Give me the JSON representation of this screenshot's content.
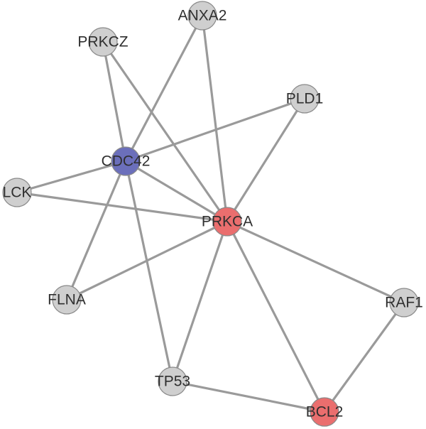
{
  "network": {
    "colors": {
      "default_node": "#cfcfcf",
      "highlight_red": "#ea6e6e",
      "highlight_blue": "#6b6fbb",
      "edge": "#9a9a9a",
      "label": "#2f2f2f"
    },
    "nodes": [
      {
        "id": "ANXA2",
        "label": "ANXA2",
        "color": "#cfcfcf"
      },
      {
        "id": "PRKCZ",
        "label": "PRKCZ",
        "color": "#cfcfcf"
      },
      {
        "id": "PLD1",
        "label": "PLD1",
        "color": "#cfcfcf"
      },
      {
        "id": "CDC42",
        "label": "CDC42",
        "color": "#6b6fbb"
      },
      {
        "id": "LCK",
        "label": "LCK",
        "color": "#cfcfcf"
      },
      {
        "id": "PRKCA",
        "label": "PRKCA",
        "color": "#ea6e6e"
      },
      {
        "id": "FLNA",
        "label": "FLNA",
        "color": "#cfcfcf"
      },
      {
        "id": "RAF1",
        "label": "RAF1",
        "color": "#cfcfcf"
      },
      {
        "id": "TP53",
        "label": "TP53",
        "color": "#cfcfcf"
      },
      {
        "id": "BCL2",
        "label": "BCL2",
        "color": "#ea6e6e"
      }
    ],
    "edges": [
      [
        "PRKCZ",
        "CDC42"
      ],
      [
        "PRKCZ",
        "PRKCA"
      ],
      [
        "ANXA2",
        "CDC42"
      ],
      [
        "ANXA2",
        "PRKCA"
      ],
      [
        "PLD1",
        "CDC42"
      ],
      [
        "PLD1",
        "PRKCA"
      ],
      [
        "CDC42",
        "LCK"
      ],
      [
        "CDC42",
        "PRKCA"
      ],
      [
        "CDC42",
        "FLNA"
      ],
      [
        "CDC42",
        "TP53"
      ],
      [
        "LCK",
        "PRKCA"
      ],
      [
        "PRKCA",
        "FLNA"
      ],
      [
        "PRKCA",
        "RAF1"
      ],
      [
        "PRKCA",
        "TP53"
      ],
      [
        "PRKCA",
        "BCL2"
      ],
      [
        "RAF1",
        "BCL2"
      ],
      [
        "TP53",
        "BCL2"
      ]
    ]
  }
}
